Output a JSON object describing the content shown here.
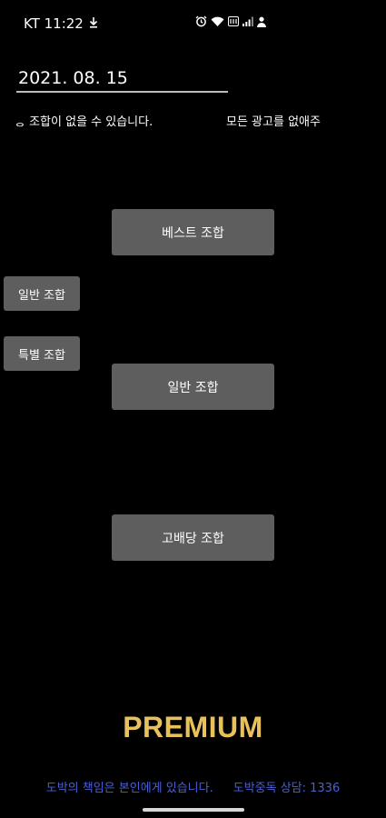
{
  "status_bar": {
    "carrier_time": "KT 11:22",
    "icons": [
      "download-icon",
      "alarm-icon",
      "wifi-icon",
      "signal-icon",
      "user-icon"
    ]
  },
  "date": "2021. 08. 15",
  "marquee": {
    "left_text": "ᆼ 조합이 없을 수 있습니다.",
    "right_text": "모든 광고를 없애주"
  },
  "buttons": {
    "best": "베스트 조합",
    "general_small": "일반 조합",
    "special_small": "특별 조합",
    "general_large": "일반 조합",
    "high_odds": "고배당 조합"
  },
  "premium_label": "PREMIUM",
  "footer": {
    "responsibility": "도박의 책임은 본인에게 있습니다.",
    "hotline": "도박중독 상담: 1336"
  },
  "colors": {
    "background": "#000000",
    "button": "#5e5e5e",
    "premium": "#e8c15a",
    "footer": "#4a5fd6"
  }
}
